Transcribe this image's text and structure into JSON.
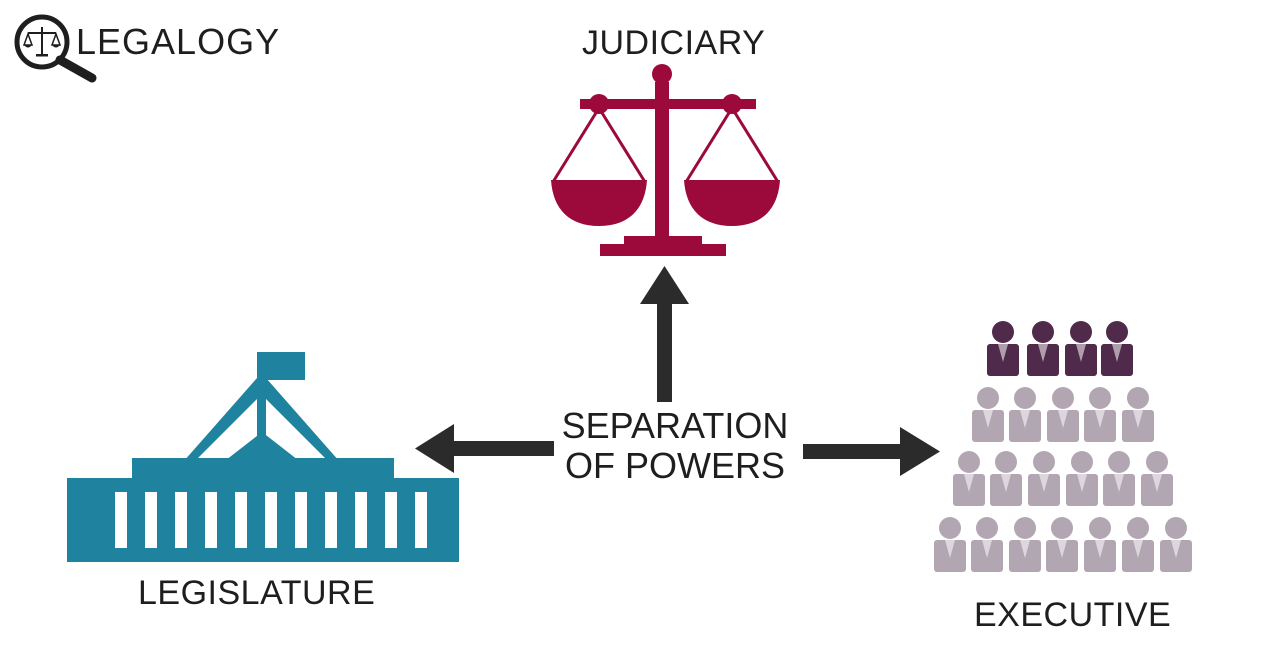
{
  "logo": {
    "text": "LEGALOGY",
    "icon": "magnifier-scales-icon"
  },
  "center": {
    "line1": "SEPARATION",
    "line2": "OF POWERS"
  },
  "branches": {
    "judiciary": {
      "label": "JUDICIARY",
      "icon": "scales-of-justice-icon",
      "color": "#9b0a3b"
    },
    "legislature": {
      "label": "LEGISLATURE",
      "icon": "parliament-building-icon",
      "color": "#1f83a0"
    },
    "executive": {
      "label": "EXECUTIVE",
      "icon": "people-pyramid-icon",
      "color_leaders": "#4f2a4a",
      "color_staff": "#b3a6b3"
    }
  },
  "arrow_color": "#2b2b2b"
}
